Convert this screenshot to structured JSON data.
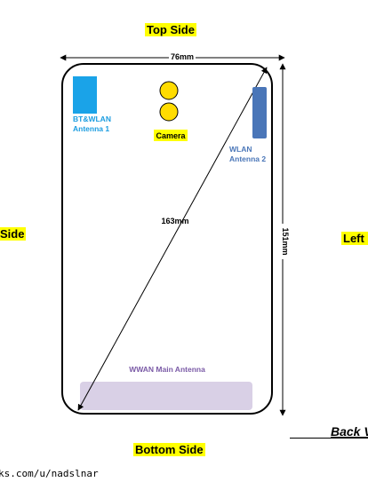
{
  "labels": {
    "top_side": "Top Side",
    "bottom_side": "Bottom Side",
    "left_side_partial": "Side",
    "right_side_partial": "Left S",
    "back_view_partial": "Back V"
  },
  "dimensions": {
    "width": "76mm",
    "height": "151mm",
    "diagonal": "163mm"
  },
  "components": {
    "bt_wlan_line1": "BT&WLAN",
    "bt_wlan_line2": "Antenna 1",
    "camera": "Camera",
    "wlan_line1": "WLAN",
    "wlan_line2": "Antenna 2",
    "wwan": "WWAN Main Antenna"
  },
  "watermark": "ks.com/u/nadslnar",
  "colors": {
    "highlight": "#ffff00",
    "bt_antenna": "#1aa3e8",
    "bt_text": "#1a9ce0",
    "wlan_antenna": "#4a76b8",
    "wlan_text": "#4a76b8",
    "camera_lens": "#ffdc00",
    "wwan_area": "#d9d0e6",
    "wwan_text": "#7a5aa6"
  }
}
